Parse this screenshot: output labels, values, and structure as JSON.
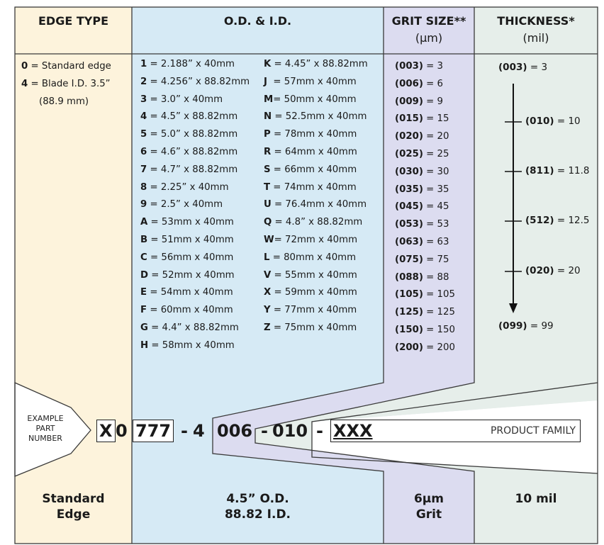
{
  "colors": {
    "edge_col": "#fdf3dc",
    "od_col": "#d6eaf5",
    "grit_col": "#dcdcf0",
    "thick_col": "#e6eeea",
    "border": "#3a3a3a"
  },
  "headers": {
    "edge": "EDGE TYPE",
    "od": "O.D. & I.D.",
    "grit": "GRIT SIZE**",
    "grit_unit": "(µm)",
    "thickness": "THICKNESS*",
    "thickness_unit": "(mil)"
  },
  "edge_types": [
    {
      "code": "0",
      "sep": " = ",
      "text": "Standard edge"
    },
    {
      "code": "4",
      "sep": " = ",
      "text": "Blade I.D. 3.5”"
    },
    {
      "code": "",
      "sep": "",
      "text": "(88.9 mm)"
    }
  ],
  "od_left": [
    {
      "code": "1",
      "sep": " = ",
      "text": "2.188” x 40mm"
    },
    {
      "code": "2",
      "sep": " = ",
      "text": "4.256” x 88.82mm"
    },
    {
      "code": "3",
      "sep": " = ",
      "text": "3.0” x 40mm"
    },
    {
      "code": "4",
      "sep": " = ",
      "text": "4.5” x 88.82mm"
    },
    {
      "code": "5",
      "sep": " = ",
      "text": "5.0” x 88.82mm"
    },
    {
      "code": "6",
      "sep": " = ",
      "text": "4.6” x 88.82mm"
    },
    {
      "code": "7",
      "sep": " = ",
      "text": "4.7” x 88.82mm"
    },
    {
      "code": "8",
      "sep": " = ",
      "text": "2.25” x 40mm"
    },
    {
      "code": "9",
      "sep": " = ",
      "text": "2.5” x 40mm"
    },
    {
      "code": "A",
      "sep": " = ",
      "text": "53mm x 40mm"
    },
    {
      "code": "B",
      "sep": " = ",
      "text": "51mm x 40mm"
    },
    {
      "code": "C",
      "sep": " = ",
      "text": "56mm x 40mm"
    },
    {
      "code": "D",
      "sep": " = ",
      "text": "52mm x 40mm"
    },
    {
      "code": "E",
      "sep": " = ",
      "text": "54mm x 40mm"
    },
    {
      "code": "F",
      "sep": " = ",
      "text": "60mm x 40mm"
    },
    {
      "code": "G",
      "sep": " = ",
      "text": "4.4” x 88.82mm"
    },
    {
      "code": "H",
      "sep": " = ",
      "text": "58mm x 40mm"
    }
  ],
  "od_right": [
    {
      "code": "K",
      "sep": " = ",
      "text": "4.45” x 88.82mm"
    },
    {
      "code": "J",
      "sep": "  = ",
      "text": "57mm x 40mm"
    },
    {
      "code": "M",
      "sep": "= ",
      "text": "50mm x 40mm"
    },
    {
      "code": "N",
      "sep": " = ",
      "text": "52.5mm x 40mm"
    },
    {
      "code": "P",
      "sep": " = ",
      "text": "78mm x 40mm"
    },
    {
      "code": "R",
      "sep": " = ",
      "text": "64mm x 40mm"
    },
    {
      "code": "S",
      "sep": " = ",
      "text": "66mm x 40mm"
    },
    {
      "code": "T",
      "sep": " = ",
      "text": "74mm x 40mm"
    },
    {
      "code": "U",
      "sep": " = ",
      "text": "76.4mm x 40mm"
    },
    {
      "code": "Q",
      "sep": " = ",
      "text": "4.8” x 88.82mm"
    },
    {
      "code": "W",
      "sep": "= ",
      "text": "72mm x 40mm"
    },
    {
      "code": "L",
      "sep": " = ",
      "text": "80mm x 40mm"
    },
    {
      "code": "V",
      "sep": " = ",
      "text": "55mm x 40mm"
    },
    {
      "code": "X",
      "sep": " = ",
      "text": "59mm x 40mm"
    },
    {
      "code": "Y",
      "sep": " = ",
      "text": "77mm x 40mm"
    },
    {
      "code": "Z",
      "sep": " = ",
      "text": "75mm x 40mm"
    }
  ],
  "grit_sizes": [
    {
      "code": "(003)",
      "sep": " = ",
      "text": "3"
    },
    {
      "code": "(006)",
      "sep": " = ",
      "text": "6"
    },
    {
      "code": "(009)",
      "sep": " = ",
      "text": "9"
    },
    {
      "code": "(015)",
      "sep": " = ",
      "text": "15"
    },
    {
      "code": "(020)",
      "sep": " = ",
      "text": "20"
    },
    {
      "code": "(025)",
      "sep": " = ",
      "text": "25"
    },
    {
      "code": "(030)",
      "sep": " = ",
      "text": "30"
    },
    {
      "code": "(035)",
      "sep": " = ",
      "text": "35"
    },
    {
      "code": "(045)",
      "sep": " = ",
      "text": "45"
    },
    {
      "code": "(053)",
      "sep": " = ",
      "text": "53"
    },
    {
      "code": "(063)",
      "sep": " = ",
      "text": "63"
    },
    {
      "code": "(075)",
      "sep": " = ",
      "text": "75"
    },
    {
      "code": "(088)",
      "sep": " = ",
      "text": "88"
    },
    {
      "code": "(105)",
      "sep": " = ",
      "text": "105"
    },
    {
      "code": "(125)",
      "sep": " = ",
      "text": "125"
    },
    {
      "code": "(150)",
      "sep": " = ",
      "text": "150"
    },
    {
      "code": "(200)",
      "sep": " = ",
      "text": "200"
    }
  ],
  "thickness": {
    "top": {
      "code": "(003)",
      "sep": " = ",
      "text": "3"
    },
    "bottom": {
      "code": "(099)",
      "sep": " = ",
      "text": "99"
    },
    "ticks": [
      {
        "code": "(010)",
        "sep": " = ",
        "text": "10"
      },
      {
        "code": "(811)",
        "sep": " = ",
        "text": "11.8"
      },
      {
        "code": "(512)",
        "sep": " = ",
        "text": "12.5"
      },
      {
        "code": "(020)",
        "sep": " = ",
        "text": "20"
      }
    ]
  },
  "example": {
    "label": "EXAMPLE PART NUMBER",
    "seg_x": "X",
    "seg_edge": "0",
    "seg_od": "777",
    "dash1": "-",
    "seg_od2": "4",
    "seg_grit": "006",
    "dash2": "-",
    "seg_thick": "010",
    "dash3": "-",
    "seg_family": "XXX",
    "family_label": "PRODUCT FAMILY"
  },
  "footer": {
    "edge": "Standard\nEdge",
    "od": "4.5” O.D.\n88.82 I.D.",
    "grit": "6µm\nGrit",
    "thickness": "10 mil"
  }
}
